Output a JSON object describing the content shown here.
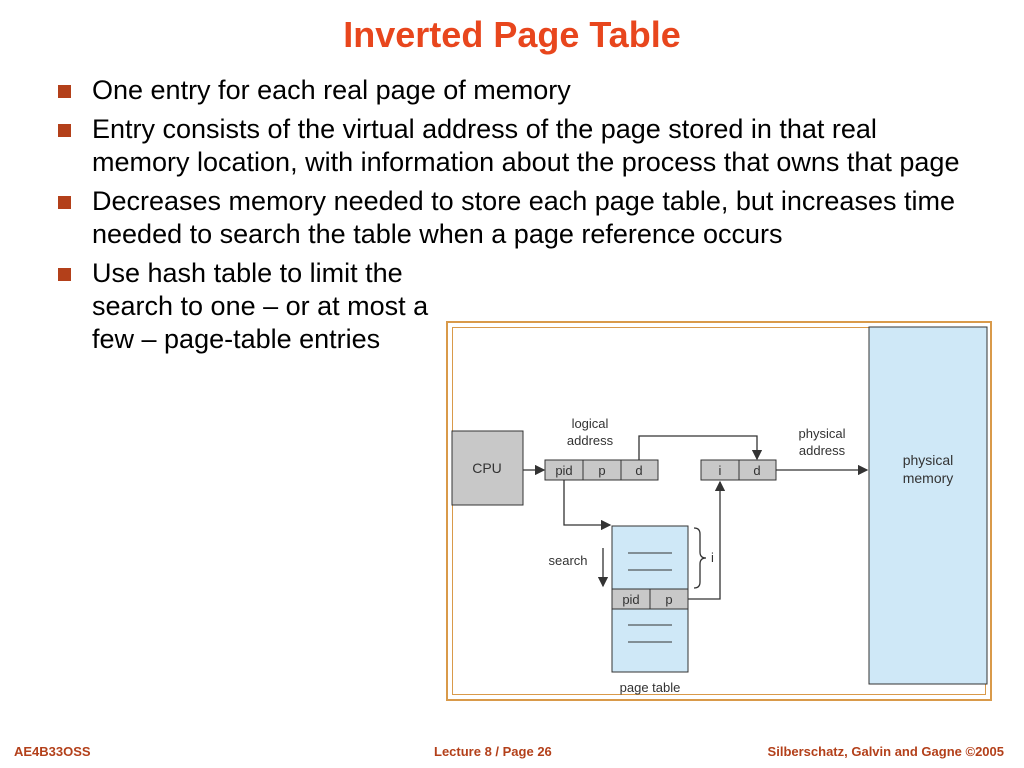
{
  "slide": {
    "title": "Inverted Page Table",
    "bullets": [
      "One entry for each real page of memory",
      "Entry consists of the virtual address of the page stored in that real memory location, with information about the process that owns that page",
      "Decreases memory needed to store each page table, but increases time needed to search the table when a page reference occurs",
      "Use hash table to limit the search to one – or at most a few – page-table entries"
    ]
  },
  "diagram": {
    "cpu": "CPU",
    "logical_address": [
      "logical",
      "address"
    ],
    "logical_fields": [
      "pid",
      "p",
      "d"
    ],
    "physical_fields": [
      "i",
      "d"
    ],
    "physical_address": [
      "physical",
      "address"
    ],
    "physical_memory": [
      "physical",
      "memory"
    ],
    "search": "search",
    "i_label": "i",
    "entry_fields": [
      "pid",
      "p"
    ],
    "page_table": "page table"
  },
  "footer": {
    "left": "AE4B33OSS",
    "center": "Lecture 8 / Page 26",
    "right": "Silberschatz, Galvin and Gagne ©2005"
  }
}
